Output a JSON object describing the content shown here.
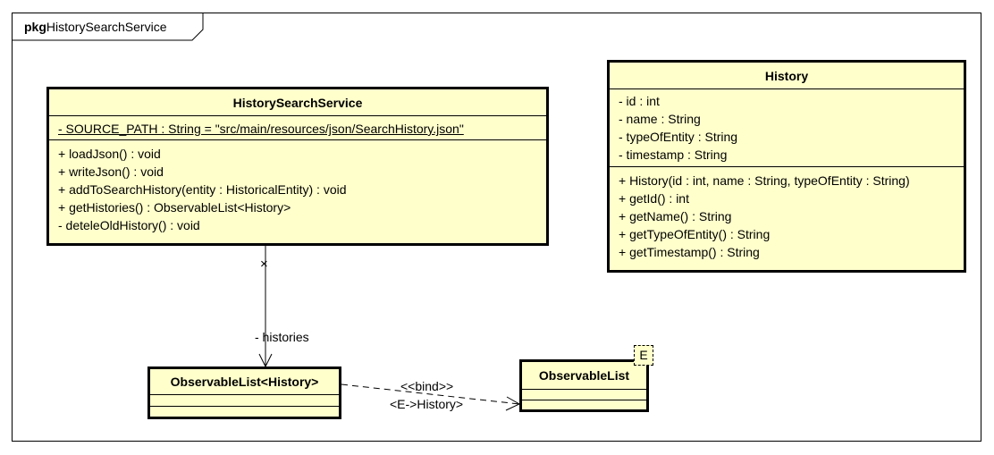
{
  "package": {
    "keyword": "pkg",
    "name": "HistorySearchService"
  },
  "classes": {
    "history_search_service": {
      "name": "HistorySearchService",
      "attributes": [
        "- SOURCE_PATH : String = \"src/main/resources/json/SearchHistory.json\""
      ],
      "operations": [
        "+ loadJson() : void",
        "+ writeJson() : void",
        "+ addToSearchHistory(entity : HistoricalEntity) : void",
        "+ getHistories() : ObservableList<History>",
        "- deteleOldHistory() : void"
      ]
    },
    "history": {
      "name": "History",
      "attributes": [
        "- id : int",
        "- name : String",
        "- typeOfEntity : String",
        "- timestamp : String"
      ],
      "operations": [
        "+ History(id : int, name : String, typeOfEntity : String)",
        "+ getId() : int",
        "+ getName() : String",
        "+ getTypeOfEntity() : String",
        "+ getTimestamp() : String"
      ]
    },
    "observable_list_history": {
      "name": "ObservableList<History>"
    },
    "observable_list": {
      "name": "ObservableList",
      "type_parameter": "E"
    }
  },
  "relations": {
    "association": {
      "role": "- histories",
      "source_end": "×"
    },
    "binding": {
      "stereotype": "<<bind>>",
      "substitution": "<E->History>"
    }
  }
}
